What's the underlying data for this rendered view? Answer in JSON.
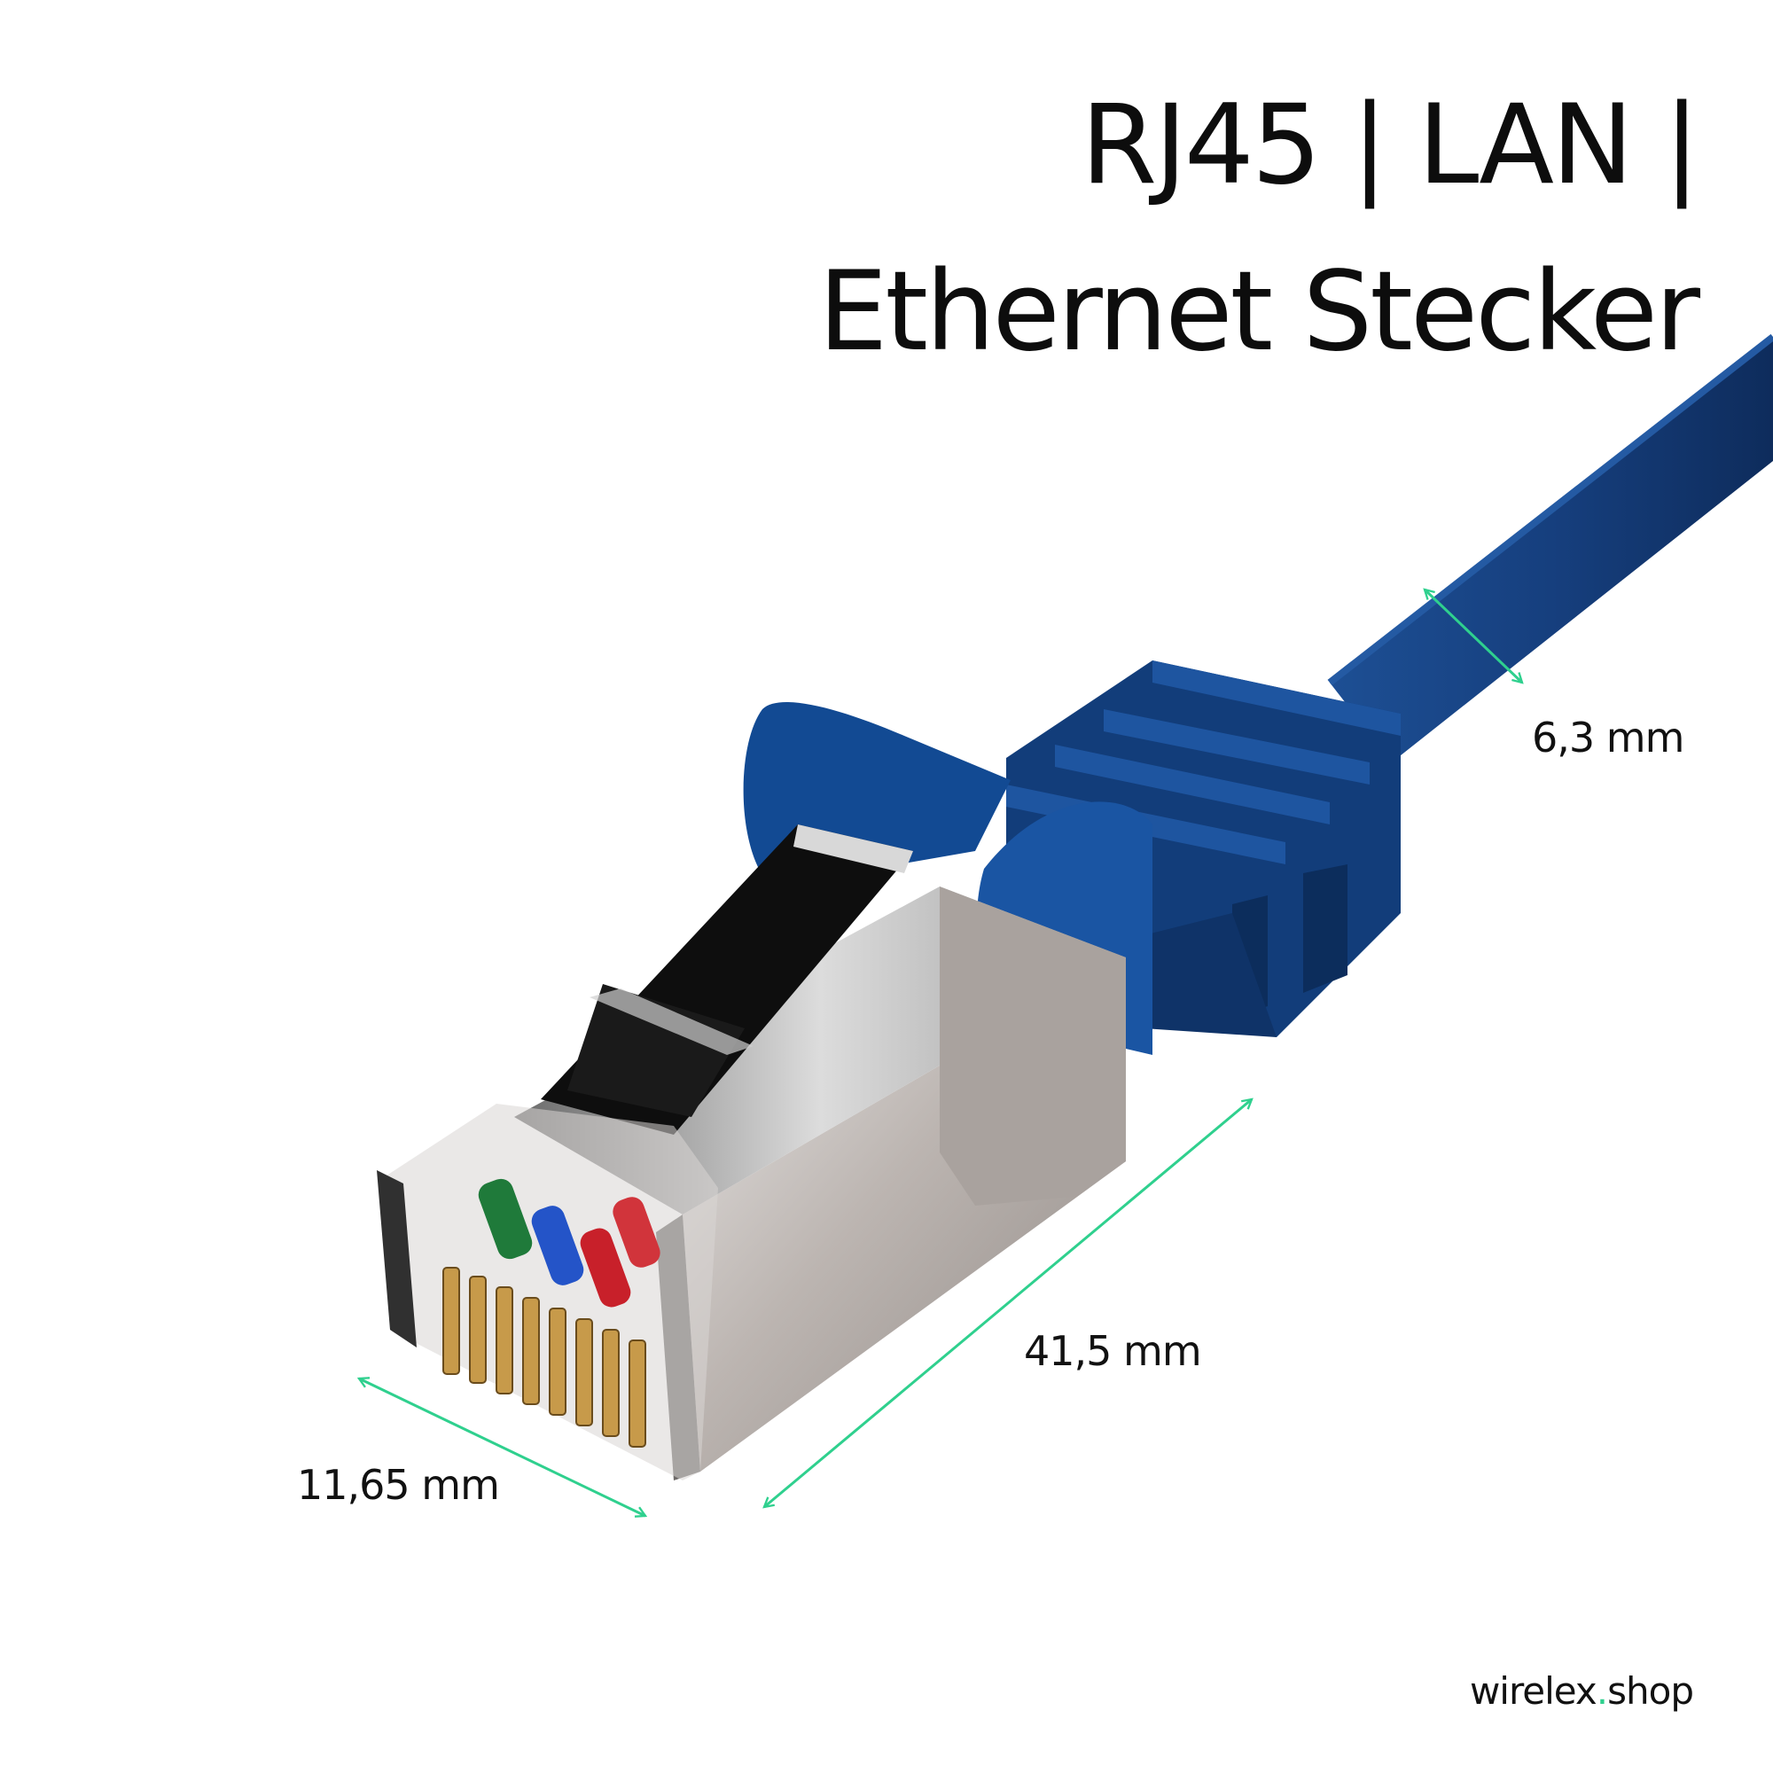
{
  "title": {
    "line1": "RJ45 | LAN |",
    "line2": "Ethernet Stecker"
  },
  "dimensions": {
    "cable_diameter": "6,3 mm",
    "plug_length": "41,5 mm",
    "plug_width": "11,65 mm"
  },
  "brand": {
    "name": "wirelex",
    "dot": ".",
    "tld": "shop"
  },
  "colors": {
    "cable": "#163f7e",
    "boot": "#124a93",
    "metal": "#bdb6b2",
    "dimension_arrow": "#2fd08e",
    "contacts": "#c79a4a"
  }
}
